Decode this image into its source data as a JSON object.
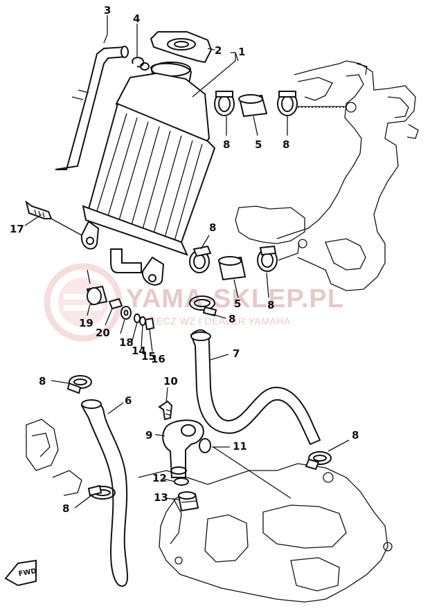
{
  "watermark": {
    "brand": "YAMA-SKLEP.PL",
    "tagline": "UCIECZ WZ I DEALER YAMAHA"
  },
  "fwd_marker": "FWD",
  "callouts": [
    {
      "id": "c3",
      "text": "3"
    },
    {
      "id": "c4",
      "text": "4"
    },
    {
      "id": "c2",
      "text": "2"
    },
    {
      "id": "c1",
      "text": "1"
    },
    {
      "id": "c8a",
      "text": "8"
    },
    {
      "id": "c5a",
      "text": "5"
    },
    {
      "id": "c8b",
      "text": "8"
    },
    {
      "id": "c17",
      "text": "17"
    },
    {
      "id": "c8c",
      "text": "8"
    },
    {
      "id": "c5b",
      "text": "5"
    },
    {
      "id": "c8d",
      "text": "8"
    },
    {
      "id": "c8e",
      "text": "8"
    },
    {
      "id": "c19",
      "text": "19"
    },
    {
      "id": "c20",
      "text": "20"
    },
    {
      "id": "c18",
      "text": "18"
    },
    {
      "id": "c14",
      "text": "14"
    },
    {
      "id": "c15",
      "text": "15"
    },
    {
      "id": "c16",
      "text": "16"
    },
    {
      "id": "c7",
      "text": "7"
    },
    {
      "id": "c8f",
      "text": "8"
    },
    {
      "id": "c10",
      "text": "10"
    },
    {
      "id": "c6",
      "text": "6"
    },
    {
      "id": "c9",
      "text": "9"
    },
    {
      "id": "c11",
      "text": "11"
    },
    {
      "id": "c8g",
      "text": "8"
    },
    {
      "id": "c12",
      "text": "12"
    },
    {
      "id": "c13",
      "text": "13"
    },
    {
      "id": "c8h",
      "text": "8"
    }
  ]
}
